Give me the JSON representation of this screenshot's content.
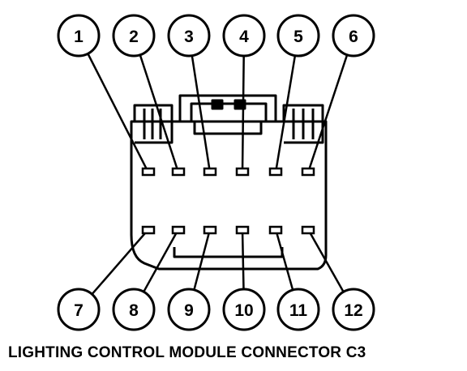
{
  "caption": "LIGHTING CONTROL MODULE CONNECTOR C3",
  "top_row_pins": [
    "1",
    "2",
    "3",
    "4",
    "5",
    "6"
  ],
  "bottom_row_pins": [
    "7",
    "8",
    "9",
    "10",
    "11",
    "12"
  ]
}
